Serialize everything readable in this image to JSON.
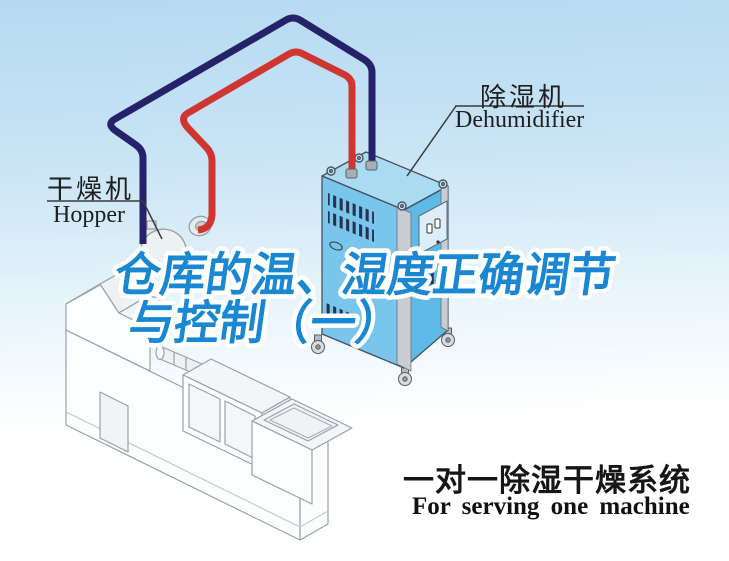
{
  "title": {
    "line1": "仓库的温、湿度正确调节",
    "line2": "与控制（一）",
    "color": "#1a87d2"
  },
  "labels": {
    "dryer": {
      "zh": "干燥机",
      "en": "Hopper"
    },
    "dehumidifier": {
      "zh": "除湿机",
      "en": "Dehumidifier"
    }
  },
  "caption": {
    "zh": "一对一除湿干燥系统",
    "en": "For serving one machine"
  },
  "pipes": {
    "return_color": "#25216b",
    "supply_color": "#cf3631"
  },
  "machine": {
    "front": "#79c5ec",
    "top": "#a9dbf2",
    "side": "#5eb9e6"
  }
}
